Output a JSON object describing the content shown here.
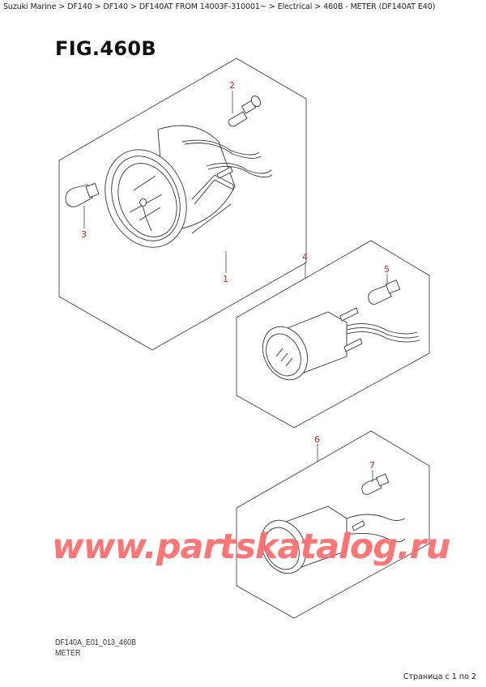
{
  "breadcrumb": {
    "items": [
      "Suzuki Marine",
      "DF140",
      "DF140",
      "DF140AT FROM 14003F-310001~",
      "Electrical",
      "460B - METER (DF140AT E40)"
    ],
    "separator": ">"
  },
  "figure": {
    "title": "FIG.460B",
    "code": "DF140A_E01_013_460B",
    "name": "METER"
  },
  "callouts": [
    {
      "id": "1",
      "label": "1"
    },
    {
      "id": "2",
      "label": "2"
    },
    {
      "id": "3",
      "label": "3"
    },
    {
      "id": "4",
      "label": "4"
    },
    {
      "id": "5",
      "label": "5"
    },
    {
      "id": "6",
      "label": "6"
    },
    {
      "id": "7",
      "label": "7"
    }
  ],
  "watermark": "www.partskatalog.ru",
  "pager": "Страница с 1 по 2",
  "colors": {
    "callout": "#c62828",
    "watermark": "#ff6b6b",
    "line": "#333333"
  }
}
